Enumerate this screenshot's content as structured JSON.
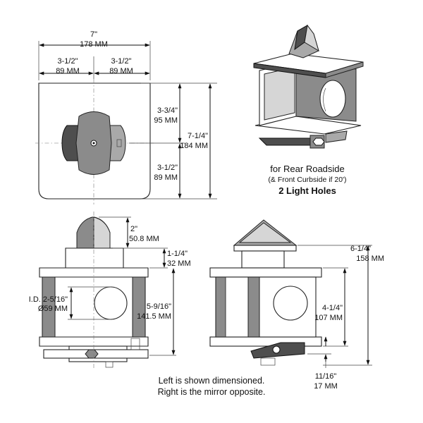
{
  "dimensions": {
    "top_width_in": "7\"",
    "top_width_mm": "178 MM",
    "left_half_in": "3-1/2\"",
    "left_half_mm": "89 MM",
    "right_half_in": "3-1/2\"",
    "right_half_mm": "89 MM",
    "upper_height_in": "3-3/4\"",
    "upper_height_mm": "95 MM",
    "lower_height_in": "3-1/2\"",
    "lower_height_mm": "89 MM",
    "total_height_in": "7-1/4\"",
    "total_height_mm": "184 MM",
    "cap_height_in": "2\"",
    "cap_height_mm": "50.8 MM",
    "flange_in": "1-1/4\"",
    "flange_mm": "32 MM",
    "hole_id_in": "I.D. 2-5/16\"",
    "hole_id_mm": "Ø59 MM",
    "body_height_in": "5-9/16\"",
    "body_height_mm": "141.5 MM",
    "side_total_in": "6-1/4\"",
    "side_total_mm": "158 MM",
    "side_body_in": "4-1/4\"",
    "side_body_mm": "107 MM",
    "bottom_in": "11/16\"",
    "bottom_mm": "17 MM"
  },
  "captions": {
    "usage_line1": "for Rear Roadside",
    "usage_line2": "(& Front Curbside if 20')",
    "light_holes": "2 Light Holes",
    "note_line1": "Left is shown dimensioned.",
    "note_line2": "Right is the mirror opposite."
  }
}
